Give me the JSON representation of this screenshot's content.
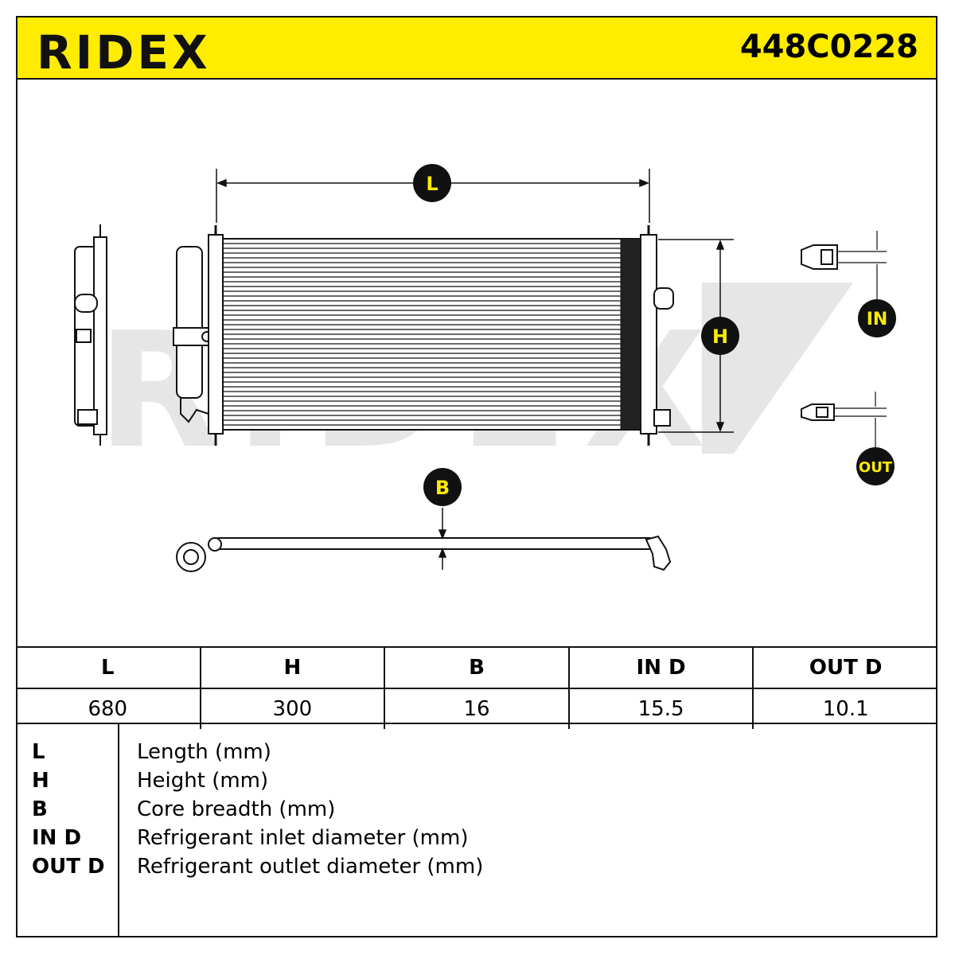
{
  "header": {
    "brand": "RIDEX",
    "part_number": "448C0228",
    "background_color": "#ffec00"
  },
  "drawing": {
    "watermark": "RIDEX",
    "labels": {
      "length": "L",
      "height": "H",
      "breadth": "B",
      "inlet": "IN",
      "outlet": "OUT"
    }
  },
  "spec_table": {
    "headers": [
      "L",
      "H",
      "B",
      "IN D",
      "OUT D"
    ],
    "values": [
      "680",
      "300",
      "16",
      "15.5",
      "10.1"
    ]
  },
  "legend": [
    {
      "key": "L",
      "desc": "Length (mm)"
    },
    {
      "key": "H",
      "desc": "Height (mm)"
    },
    {
      "key": "B",
      "desc": "Core breadth (mm)"
    },
    {
      "key": "IN D",
      "desc": "Refrigerant inlet diameter (mm)"
    },
    {
      "key": "OUT D",
      "desc": "Refrigerant outlet diameter (mm)"
    }
  ]
}
